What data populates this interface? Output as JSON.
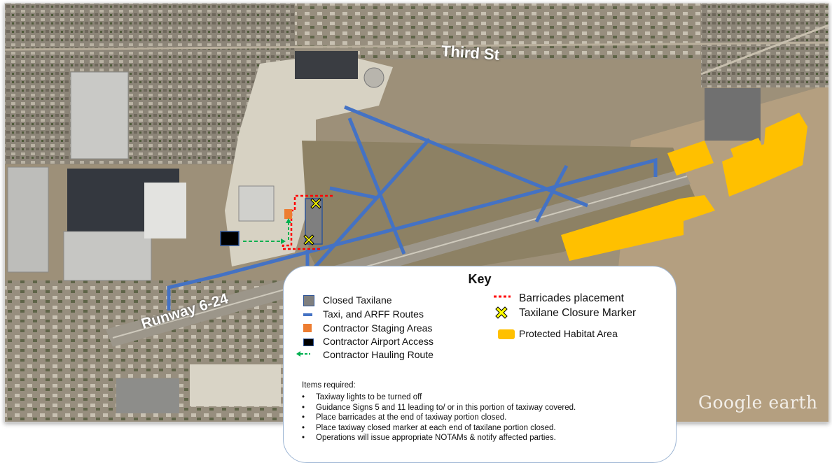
{
  "map": {
    "streets": {
      "third_st": "Third St"
    },
    "runway_label": "Runway 6-24",
    "watermark": "Google earth",
    "colors": {
      "taxi_route": "#4472c4",
      "barricade": "#ff0000",
      "habitat": "#ffc000",
      "staging": "#ed7d31",
      "hauling_route": "#00b050",
      "closure_marker": "#ffff00",
      "closed_taxilane": "#7f7f7f"
    }
  },
  "key": {
    "title": "Key",
    "left_items": [
      {
        "icon": "closed-taxilane-swatch",
        "label": "Closed Taxilane"
      },
      {
        "icon": "taxi-route-line",
        "label": "Taxi, and ARFF Routes"
      },
      {
        "icon": "staging-area-swatch",
        "label": "Contractor Staging Areas"
      },
      {
        "icon": "airport-access-swatch",
        "label": "Contractor Airport Access"
      },
      {
        "icon": "hauling-route-arrow",
        "label": "Contractor Hauling Route"
      }
    ],
    "right_items": [
      {
        "icon": "barricade-line",
        "label": "Barricades placement"
      },
      {
        "icon": "closure-marker-x",
        "label": "Taxilane Closure Marker"
      },
      {
        "icon": "habitat-swatch",
        "label": "Protected Habitat Area"
      }
    ],
    "items_required_title": "Items required:",
    "items_required": [
      "Taxiway lights to be turned off",
      "Guidance Signs 5 and 11 leading to/ or in this portion of taxiway covered.",
      "Place barricades at the end of taxiway portion closed.",
      "Place taxiway closed marker at each end of taxilane portion closed.",
      "Operations will issue appropriate NOTAMs & notify affected parties."
    ]
  }
}
